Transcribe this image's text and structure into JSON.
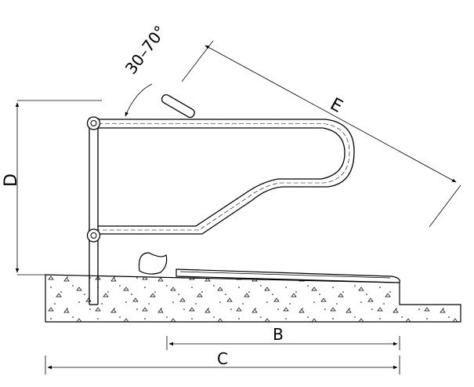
{
  "diagram": {
    "angle_label": "30–70°",
    "dimension_labels": {
      "d": "D",
      "e": "E",
      "b": "B",
      "c": "C"
    },
    "colors": {
      "stroke": "#000000",
      "background": "#ffffff"
    }
  }
}
